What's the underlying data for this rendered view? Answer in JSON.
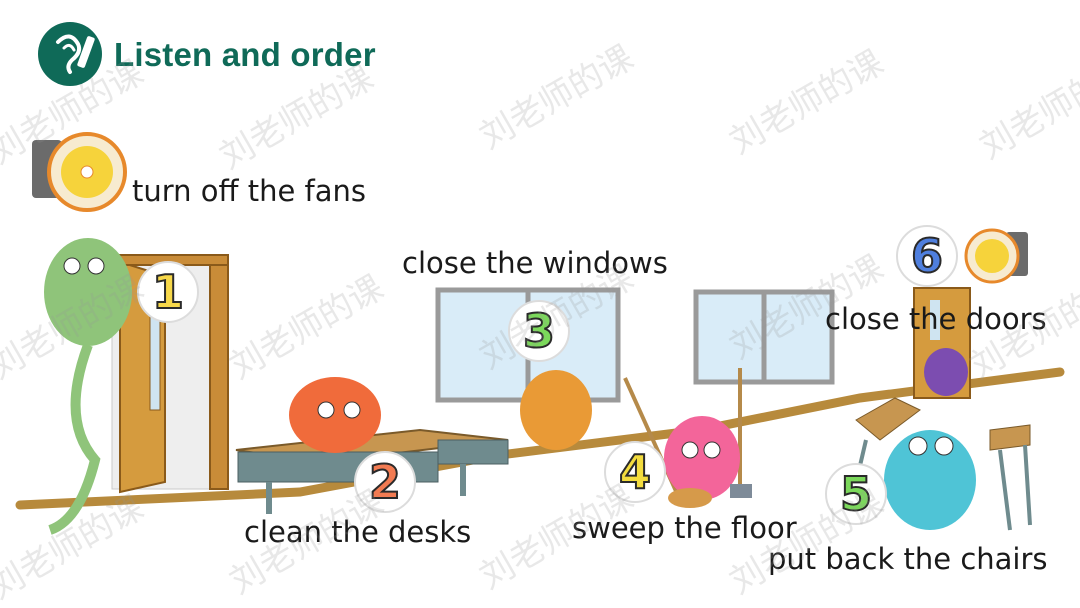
{
  "header": {
    "title": "Listen and order"
  },
  "watermark": "刘老师的课",
  "tasks": [
    {
      "number": "1",
      "label": "turn off the fans"
    },
    {
      "number": "2",
      "label": "clean the desks"
    },
    {
      "number": "3",
      "label": "close the windows"
    },
    {
      "number": "4",
      "label": "sweep the floor"
    },
    {
      "number": "5",
      "label": "put back the chairs"
    },
    {
      "number": "6",
      "label": "close the doors"
    }
  ],
  "colors": {
    "title": "#0f6a58",
    "logo_bg": "#0f6a58"
  }
}
